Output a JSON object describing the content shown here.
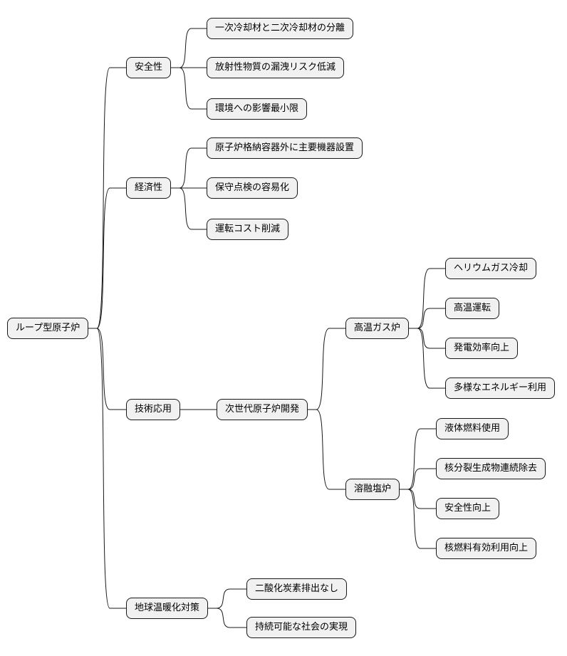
{
  "root": {
    "id": "root",
    "label": "ループ型原子炉",
    "children": [
      {
        "id": "safety",
        "label": "安全性",
        "children": [
          {
            "id": "safety-1",
            "label": "一次冷却材と二次冷却材の分離"
          },
          {
            "id": "safety-2",
            "label": "放射性物質の漏洩リスク低減"
          },
          {
            "id": "safety-3",
            "label": "環境への影響最小限"
          }
        ]
      },
      {
        "id": "economy",
        "label": "経済性",
        "children": [
          {
            "id": "economy-1",
            "label": "原子炉格納容器外に主要機器設置"
          },
          {
            "id": "economy-2",
            "label": "保守点検の容易化"
          },
          {
            "id": "economy-3",
            "label": "運転コスト削減"
          }
        ]
      },
      {
        "id": "application",
        "label": "技術応用",
        "children": [
          {
            "id": "next-gen",
            "label": "次世代原子炉開発",
            "children": [
              {
                "id": "htgr",
                "label": "高温ガス炉",
                "children": [
                  {
                    "id": "htgr-1",
                    "label": "ヘリウムガス冷却"
                  },
                  {
                    "id": "htgr-2",
                    "label": "高温運転"
                  },
                  {
                    "id": "htgr-3",
                    "label": "発電効率向上"
                  },
                  {
                    "id": "htgr-4",
                    "label": "多様なエネルギー利用"
                  }
                ]
              },
              {
                "id": "msr",
                "label": "溶融塩炉",
                "children": [
                  {
                    "id": "msr-1",
                    "label": "液体燃料使用"
                  },
                  {
                    "id": "msr-2",
                    "label": "核分裂生成物連続除去"
                  },
                  {
                    "id": "msr-3",
                    "label": "安全性向上"
                  },
                  {
                    "id": "msr-4",
                    "label": "核燃料有効利用向上"
                  }
                ]
              }
            ]
          }
        ]
      },
      {
        "id": "climate",
        "label": "地球温暖化対策",
        "children": [
          {
            "id": "climate-1",
            "label": "二酸化炭素排出なし"
          },
          {
            "id": "climate-2",
            "label": "持続可能な社会の実現"
          }
        ]
      }
    ]
  }
}
